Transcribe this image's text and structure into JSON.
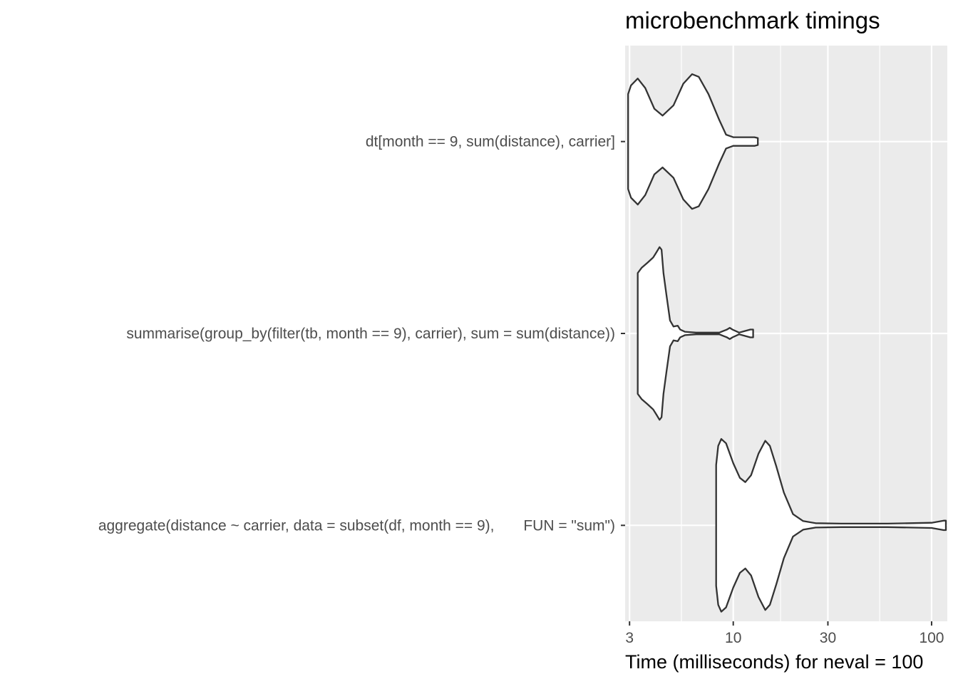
{
  "chart_data": {
    "type": "violin",
    "title": "microbenchmark timings",
    "xlabel": "Time (milliseconds) for neval = 100",
    "ylabel": "",
    "x_scale": "log10",
    "xlim": [
      2.85,
      120
    ],
    "x_ticks": [
      3,
      10,
      30,
      100
    ],
    "x_minor_ticks": [
      5.477,
      17.32,
      54.77
    ],
    "grid": true,
    "categories": [
      "aggregate(distance ~ carrier, data = subset(df, month == 9),       FUN = \"sum\")",
      "summarise(group_by(filter(tb, month == 9), carrier), sum = sum(distance))",
      "dt[month == 9, sum(distance), carrier]"
    ],
    "violins": [
      {
        "label": "aggregate(distance ~ carrier, data = subset(df, month == 9),       FUN = \"sum\")",
        "profile": [
          [
            8.2,
            0.7
          ],
          [
            8.4,
            0.92
          ],
          [
            8.7,
            1.0
          ],
          [
            9.2,
            0.95
          ],
          [
            10.0,
            0.72
          ],
          [
            10.8,
            0.55
          ],
          [
            11.5,
            0.5
          ],
          [
            12.3,
            0.58
          ],
          [
            13.4,
            0.83
          ],
          [
            14.5,
            0.98
          ],
          [
            15.3,
            0.92
          ],
          [
            16.5,
            0.68
          ],
          [
            18.0,
            0.38
          ],
          [
            20.0,
            0.13
          ],
          [
            22.5,
            0.05
          ],
          [
            26.0,
            0.025
          ],
          [
            35.0,
            0.02
          ],
          [
            60.0,
            0.02
          ],
          [
            100.0,
            0.03
          ],
          [
            115.0,
            0.055
          ],
          [
            118.0,
            0.055
          ]
        ]
      },
      {
        "label": "summarise(group_by(filter(tb, month == 9), carrier), sum = sum(distance))",
        "profile": [
          [
            3.3,
            0.7
          ],
          [
            3.45,
            0.76
          ],
          [
            3.7,
            0.82
          ],
          [
            3.95,
            0.88
          ],
          [
            4.1,
            0.94
          ],
          [
            4.25,
            1.0
          ],
          [
            4.35,
            0.97
          ],
          [
            4.45,
            0.7
          ],
          [
            4.6,
            0.45
          ],
          [
            4.8,
            0.15
          ],
          [
            5.0,
            0.08
          ],
          [
            5.25,
            0.09
          ],
          [
            5.4,
            0.045
          ],
          [
            5.7,
            0.02
          ],
          [
            6.5,
            0.01
          ],
          [
            8.5,
            0.01
          ],
          [
            9.3,
            0.045
          ],
          [
            9.6,
            0.065
          ],
          [
            9.9,
            0.045
          ],
          [
            10.7,
            0.01
          ],
          [
            11.3,
            0.025
          ],
          [
            12.2,
            0.045
          ],
          [
            12.6,
            0.045
          ]
        ]
      },
      {
        "label": "dt[month == 9, sum(distance), carrier]",
        "profile": [
          [
            2.95,
            0.55
          ],
          [
            3.05,
            0.65
          ],
          [
            3.3,
            0.73
          ],
          [
            3.6,
            0.62
          ],
          [
            4.0,
            0.38
          ],
          [
            4.4,
            0.3
          ],
          [
            5.0,
            0.42
          ],
          [
            5.6,
            0.67
          ],
          [
            6.2,
            0.78
          ],
          [
            6.7,
            0.75
          ],
          [
            7.5,
            0.55
          ],
          [
            8.5,
            0.25
          ],
          [
            9.2,
            0.08
          ],
          [
            10.0,
            0.05
          ],
          [
            11.5,
            0.05
          ],
          [
            12.8,
            0.05
          ],
          [
            13.3,
            0.04
          ]
        ]
      }
    ]
  }
}
